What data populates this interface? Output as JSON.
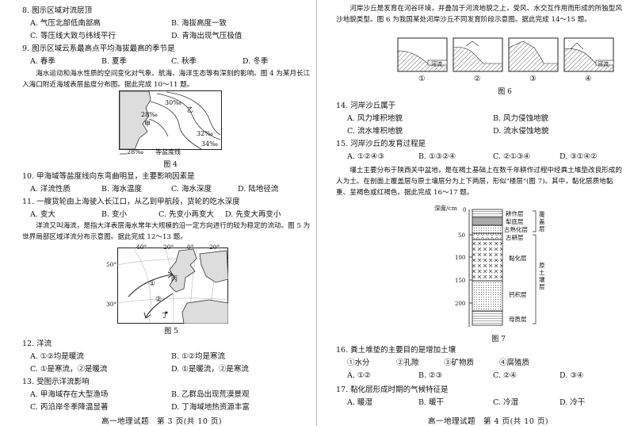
{
  "left": {
    "q8": {
      "stem": "8. 图示区域对流层顶",
      "options": [
        "A. 气压北部低南部高",
        "B. 海拔高度一致",
        "C. 等压线大致与纬线平行",
        "D. 青海出现气压极值"
      ]
    },
    "q9": {
      "stem": "9. 图示区域云系最高点平均海拔最高的季节是",
      "options": [
        "A. 春季",
        "B. 夏季",
        "C. 秋季",
        "D. 冬季"
      ]
    },
    "passage1": "海水运动和海水性质的空间变化对气象、航海、海洋生态等有深刻的影响。图 4 为某月长江入海口附近海域表层盐度分布图。据此完成 10～11 题。",
    "fig4": {
      "labels": [
        "30‰",
        "28‰",
        "甲",
        "乙",
        "32‰",
        "34‰"
      ],
      "legend_value": "28‰",
      "legend_text": "等盐度线",
      "caption": "图 4"
    },
    "q10": {
      "stem": "10. 甲海域等盐度线向东弯曲明显，主要影响因素是",
      "options": [
        "A. 洋流性质",
        "B. 海水温度",
        "C. 海水深度",
        "D. 陆地径流"
      ]
    },
    "q11": {
      "stem": "11. 一艘货轮由上海驶入长江口，从乙到甲航段，货轮的吃水深度",
      "options": [
        "A. 变大",
        "B. 变小",
        "C. 先变小再变大",
        "D. 先变大再变小"
      ]
    },
    "passage2": "洋流又叫海流，是指大洋表层海水常年大规模的沿一定方向进行的较为稳定的流动。图 5 为世界局部区域洋流分布示意图。据此完成 12～13 题。",
    "fig5": {
      "lon_labels": [
        "40°",
        "20°",
        "0°",
        "20°"
      ],
      "lat_labels": [
        "50°",
        "30°"
      ],
      "labels": [
        "①",
        "②",
        "丙",
        "丁"
      ],
      "caption": "图 5"
    },
    "q12": {
      "stem": "12. 洋流",
      "options": [
        "A. ①②均是暖流",
        "B. ①②均是寒流",
        "C. ①是寒流，②是暖流",
        "D. ①是暖流，②是寒流"
      ]
    },
    "q13": {
      "stem": "13. 受图示洋流影响",
      "options": [
        "A. 甲海域存在大型渔场",
        "B. 乙群岛出现荒漠景观",
        "C. 丙沿岸冬季降温显著",
        "D. 丁海域地热资源丰富"
      ]
    },
    "footer": "高一地理试题　第 3 页(共 10 页)"
  },
  "right": {
    "passage3": "河岸沙丘是发育在河谷环境，并叠加于河流地貌之上，受风、水交互作用而形成的所独型风沙地貌类型。图 6 为我国某处河岸沙丘不同发育阶段示意图。据此完成 14～15 题。",
    "fig6": {
      "river_label": "河流",
      "stages": [
        "①",
        "②",
        "③",
        "④"
      ],
      "caption": "图 6"
    },
    "q14": {
      "stem": "14. 河岸沙丘属于",
      "options": [
        "A. 风力堆积地貌",
        "B. 风力侵蚀地貌",
        "C. 流水堆积地貌",
        "D. 流水侵蚀地貌"
      ]
    },
    "q15": {
      "stem": "15. 河岸沙丘的发育过程是",
      "options": [
        "A. ①②④③",
        "B. ①③②④",
        "C. ②①③④",
        "D. ③①④②"
      ]
    },
    "passage4": "塿土主要分布于陕西关中盆地，是在褐土基础上在数千年耕作过程中经粪土堆垫改良形成的人为土。在剖面上覆盖层与原土壤层分为上下两层，形似\"楼层\"(图 7)。其中，黏化层质地黏重、呈褐色或红褐色。据此完成 16～17 题。",
    "fig7": {
      "depth_title": "深度/cm",
      "depths": [
        "0",
        "50",
        "100",
        "150",
        "200"
      ],
      "layers": [
        "耕作层",
        "犁底层",
        "古熟化层",
        "古耕层",
        "黏化层",
        "钙积层",
        "母质层"
      ],
      "groups": [
        "覆盖层",
        "原土壤层"
      ],
      "caption": "图 7"
    },
    "q16": {
      "stem": "16. 粪土堆垫的主要目的是增加土壤",
      "sub": [
        "①水分",
        "②孔隙",
        "③矿物质",
        "④腐殖质"
      ],
      "options": [
        "A. ①②",
        "B. ②③",
        "C. ②④",
        "D. ③④"
      ]
    },
    "q17": {
      "stem": "17. 黏化层形成时期的气候特征是",
      "options": [
        "A. 暖湿",
        "B. 暖干",
        "C. 冷湿",
        "D. 冷干"
      ]
    },
    "footer": "高一地理试题　第 4 页(共 10 页)"
  }
}
